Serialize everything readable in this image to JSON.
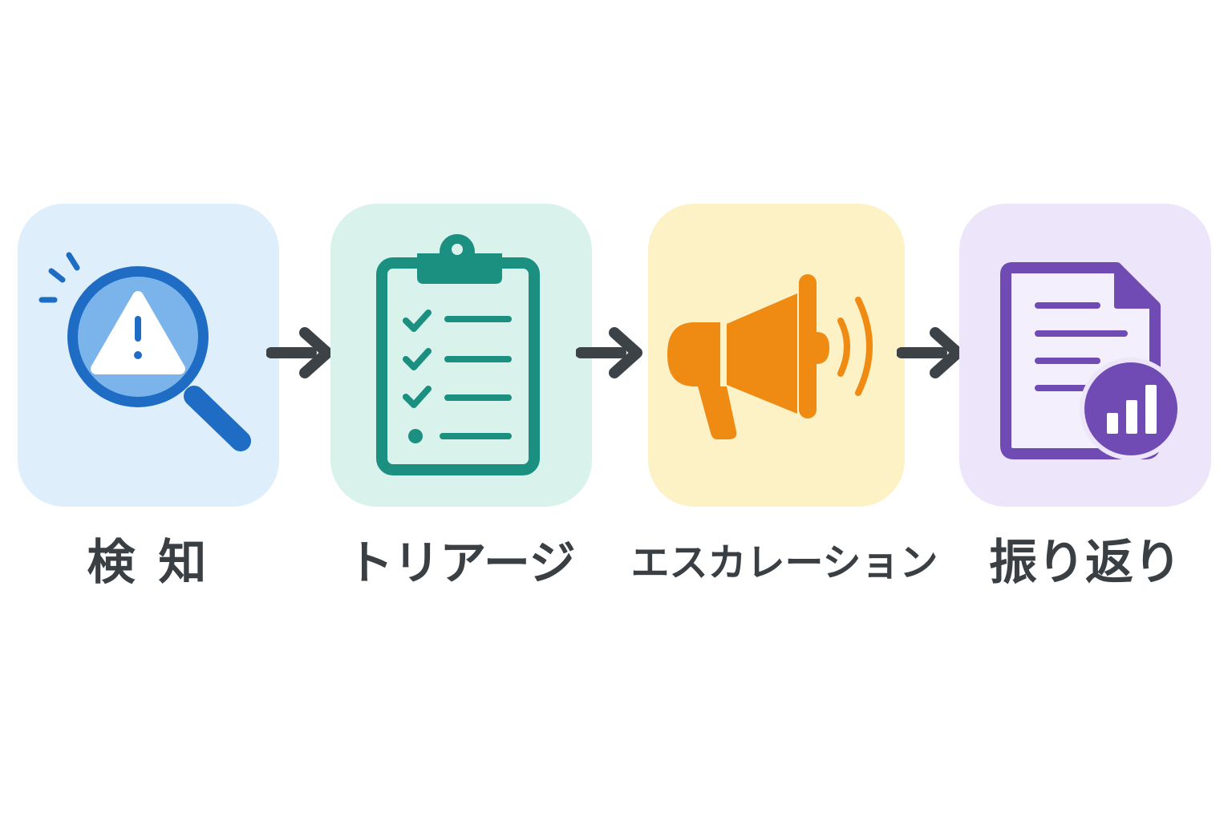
{
  "steps": [
    {
      "label": "検 知",
      "icon": "magnifier-warning-icon",
      "color": "#1e6cc4",
      "bg": "#deeefb"
    },
    {
      "label": "トリアージ",
      "icon": "clipboard-checklist-icon",
      "color": "#1b8f80",
      "bg": "#d9f3ec"
    },
    {
      "label": "エスカレーション",
      "icon": "megaphone-icon",
      "color": "#ef8a12",
      "bg": "#fdf1c6"
    },
    {
      "label": "振り返り",
      "icon": "report-chart-icon",
      "color": "#6f4bb3",
      "bg": "#ede6fa"
    }
  ],
  "arrow_color": "#3d4246",
  "label_color": "#3a3f44"
}
